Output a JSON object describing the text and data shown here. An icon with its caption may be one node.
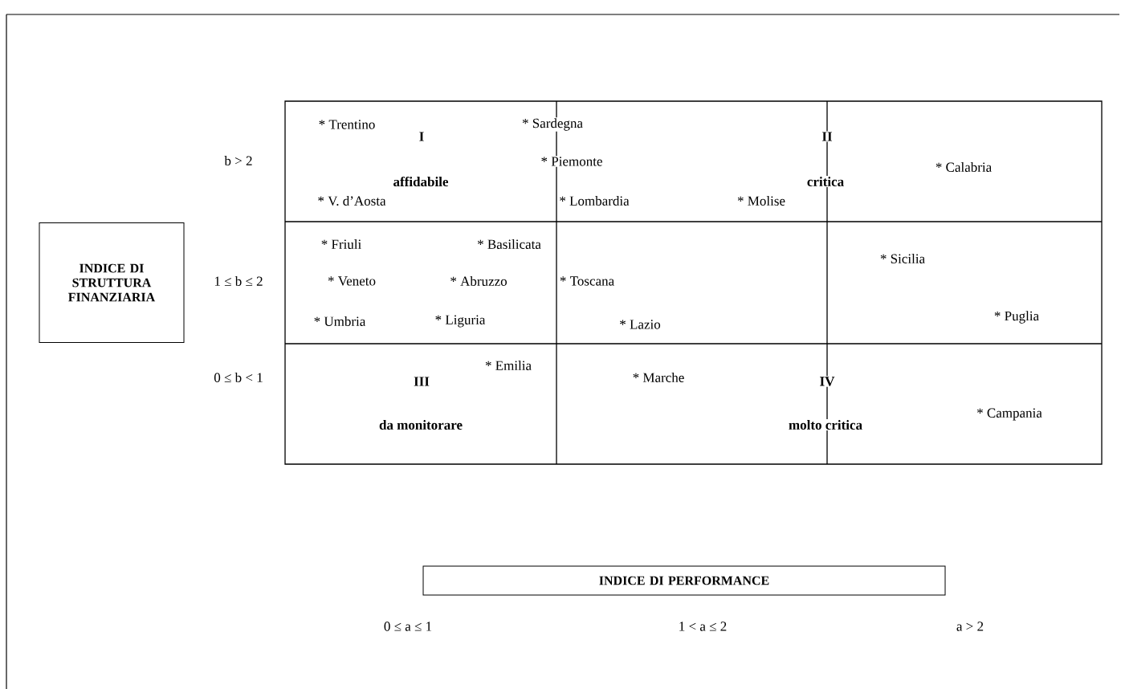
{
  "diagram": {
    "nodes": [
      {
        "text": [
          "INDICE DI STRUTTURA FINANZIARIA"
        ]
      },
      {
        "text": [
          "INDICE DI PERFORMANCE"
        ]
      }
    ],
    "labels": [
      "b > 2",
      "* Trentino",
      "* Sardegna",
      "I",
      "II",
      "* Piemonte",
      "* Calabria",
      "affidabile",
      "critica",
      "* V. d’Aosta",
      "* Lombardia",
      "* Molise",
      "* Friuli",
      "* Basilicata",
      "* Sicilia",
      "1 ≤ b ≤ 2",
      "* Veneto",
      "* Abruzzo",
      "* Toscana",
      "* Umbria",
      "* Liguria",
      "* Lazio",
      "* Puglia",
      "* Emilia",
      "* Marche",
      "III",
      "IV",
      "0 ≤ b < 1",
      "da monitorare",
      "molto critica",
      "* Campania",
      "0 ≤ a ≤ 1",
      "1 < a ≤ 2",
      "a > 2"
    ]
  }
}
